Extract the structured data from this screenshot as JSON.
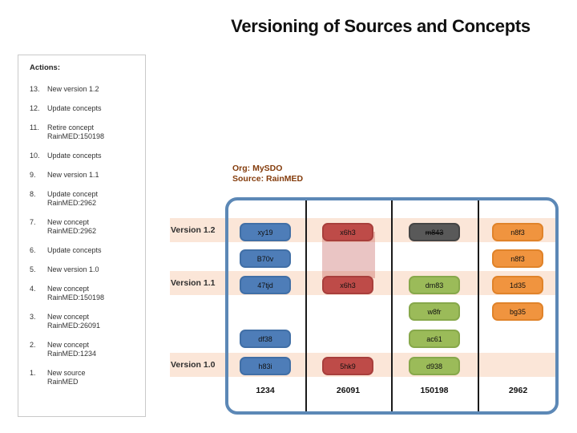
{
  "title": "Versioning of Sources and Concepts",
  "sidebar": {
    "header": "Actions:",
    "items": [
      {
        "num": "13.",
        "line1": "New version 1.2",
        "line2": ""
      },
      {
        "num": "12.",
        "line1": "Update concepts",
        "line2": ""
      },
      {
        "num": "11.",
        "line1": "Retire concept",
        "line2": "RainMED:150198"
      },
      {
        "num": "10.",
        "line1": "Update concepts",
        "line2": ""
      },
      {
        "num": "9.",
        "line1": "New version 1.1",
        "line2": ""
      },
      {
        "num": "8.",
        "line1": "Update concept",
        "line2": "RainMED:2962"
      },
      {
        "num": "7.",
        "line1": "New concept",
        "line2": "RainMED:2962"
      },
      {
        "num": "6.",
        "line1": "Update concepts",
        "line2": ""
      },
      {
        "num": "5.",
        "line1": "New version 1.0",
        "line2": ""
      },
      {
        "num": "4.",
        "line1": "New concept",
        "line2": "RainMED:150198"
      },
      {
        "num": "3.",
        "line1": "New concept",
        "line2": "RainMED:26091"
      },
      {
        "num": "2.",
        "line1": "New concept",
        "line2": "RainMED:1234"
      },
      {
        "num": "1.",
        "line1": "New source",
        "line2": "RainMED"
      }
    ]
  },
  "diagram": {
    "org": "Org: MySDO",
    "source": "Source: RainMED",
    "version_labels": [
      "Version 1.2",
      "Version 1.1",
      "Version 1.0"
    ],
    "column_labels": [
      "1234",
      "26091",
      "150198",
      "2962"
    ],
    "boxes": [
      {
        "label": "xy19",
        "color": "blue",
        "column": "1234",
        "row": 1
      },
      {
        "label": "B70v",
        "color": "blue",
        "column": "1234",
        "row": 2
      },
      {
        "label": "47tjd",
        "color": "blue",
        "column": "1234",
        "row": 3
      },
      {
        "label": "df38",
        "color": "blue",
        "column": "1234",
        "row": 5
      },
      {
        "label": "h83i",
        "color": "blue",
        "column": "1234",
        "row": 6
      },
      {
        "label": "x6h3",
        "color": "red",
        "column": "26091",
        "row": 1
      },
      {
        "label": "x6h3",
        "color": "red",
        "column": "26091",
        "row": 3
      },
      {
        "label": "5hk9",
        "color": "red",
        "column": "26091",
        "row": 6
      },
      {
        "label": "m843",
        "color": "gray",
        "column": "150198",
        "row": 1,
        "strikethrough": true
      },
      {
        "label": "dm83",
        "color": "green",
        "column": "150198",
        "row": 3
      },
      {
        "label": "w8fr",
        "color": "green",
        "column": "150198",
        "row": 4
      },
      {
        "label": "ac61",
        "color": "green",
        "column": "150198",
        "row": 5
      },
      {
        "label": "d938",
        "color": "green",
        "column": "150198",
        "row": 6
      },
      {
        "label": "n8f3",
        "color": "orange",
        "column": "2962",
        "row": 1
      },
      {
        "label": "n8f3",
        "color": "orange",
        "column": "2962",
        "row": 2
      },
      {
        "label": "1d35",
        "color": "orange",
        "column": "2962",
        "row": 3
      },
      {
        "label": "bg35",
        "color": "orange",
        "column": "2962",
        "row": 4
      }
    ],
    "colors": {
      "band": "#FBE6D8",
      "frame": "#5C88B6",
      "blue_box": "#4E7DB8",
      "red_box": "#BE4B48",
      "green_box": "#9BBB59",
      "orange_box": "#F0943F",
      "gray_box": "#595959",
      "connector": "rgba(190,75,72,0.32)",
      "org_text": "#843C0C"
    }
  }
}
